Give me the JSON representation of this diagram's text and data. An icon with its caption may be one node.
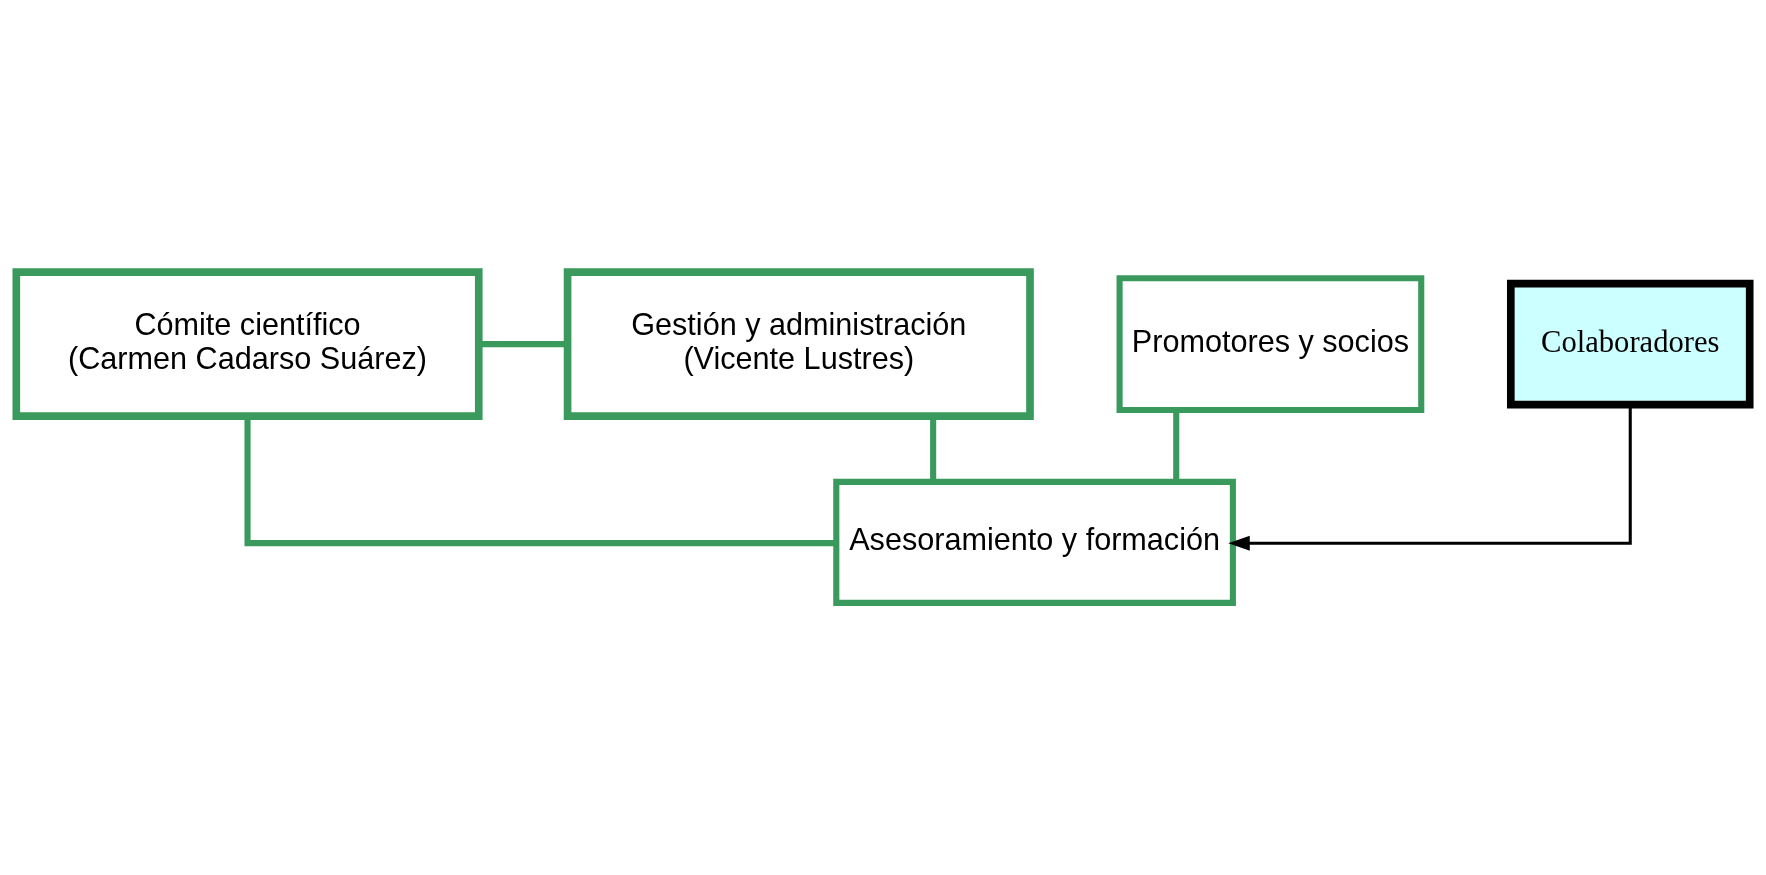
{
  "diagram": {
    "nodes": [
      {
        "text": [
          "Cómite científico",
          "(Carmen Cadarso Suárez)"
        ]
      },
      {
        "text": [
          "Gestión y administración",
          "(Vicente Lustres)"
        ]
      },
      {
        "text": [
          "Promotores y socios"
        ]
      },
      {
        "text": [
          "Asesoramiento y formación"
        ]
      },
      {
        "text": [
          "Colaboradores"
        ]
      }
    ],
    "edges": [
      {
        "from": 0,
        "to": 1,
        "arrow": "none"
      },
      {
        "from": 0,
        "to": 3,
        "arrow": "none"
      },
      {
        "from": 1,
        "to": 3,
        "arrow": "none"
      },
      {
        "from": 2,
        "to": 3,
        "arrow": "none"
      },
      {
        "from": 4,
        "to": 3,
        "arrow": "to",
        "color": "#000000"
      }
    ]
  }
}
